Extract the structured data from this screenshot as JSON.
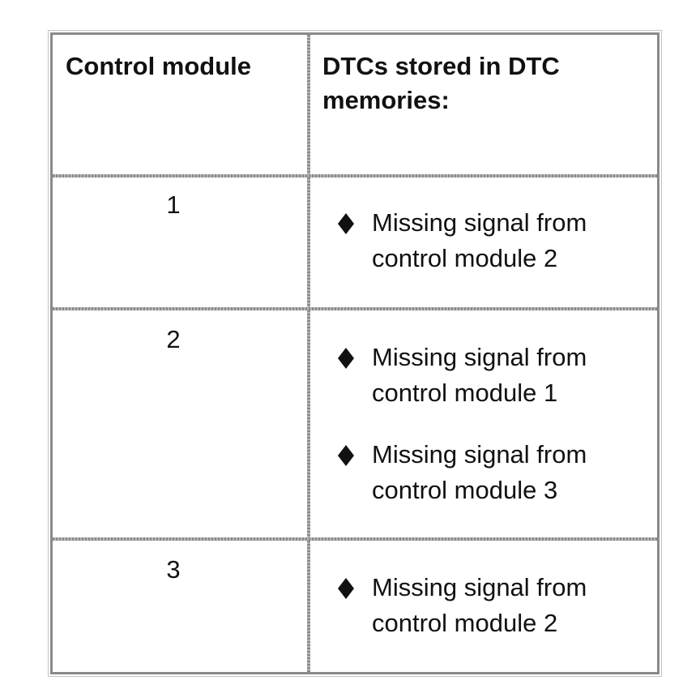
{
  "table": {
    "headers": {
      "control_module": "Control module",
      "dtcs": "DTCs stored in DTC\nmemories:"
    },
    "rows": [
      {
        "module": "1",
        "dtcs": [
          "Missing signal from\ncontrol module 2"
        ]
      },
      {
        "module": "2",
        "dtcs": [
          "Missing signal from\ncontrol module 1",
          "Missing signal from\ncontrol module 3"
        ]
      },
      {
        "module": "3",
        "dtcs": [
          "Missing signal from\ncontrol module 2"
        ]
      }
    ],
    "bullet_icon": "diamond-bullet-icon"
  }
}
